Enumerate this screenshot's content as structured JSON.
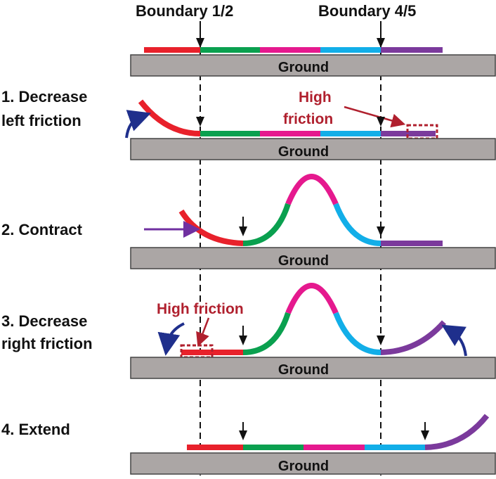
{
  "boundaries": {
    "left_label": "Boundary 1/2",
    "right_label": "Boundary 4/5"
  },
  "ground_label": "Ground",
  "steps": [
    {
      "id": "step-1",
      "line1": "1. Decrease",
      "line2": "left friction"
    },
    {
      "id": "step-2",
      "line1": "2. Contract",
      "line2": ""
    },
    {
      "id": "step-3",
      "line1": "3. Decrease",
      "line2": "right friction"
    },
    {
      "id": "step-4",
      "line1": "4. Extend",
      "line2": ""
    }
  ],
  "annotations": {
    "high_friction_1_line1": "High",
    "high_friction_1_line2": "friction",
    "high_friction_3": "High friction"
  },
  "colors": {
    "segment_1": "#e8212b",
    "segment_2": "#0aa04f",
    "segment_3": "#e5198e",
    "segment_4": "#12aee8",
    "segment_5": "#7b3a9c",
    "ground": "#aba6a5",
    "rotation_arrow": "#1f2f8c",
    "push_arrow": "#7030a0",
    "annotation": "#b0202e"
  }
}
